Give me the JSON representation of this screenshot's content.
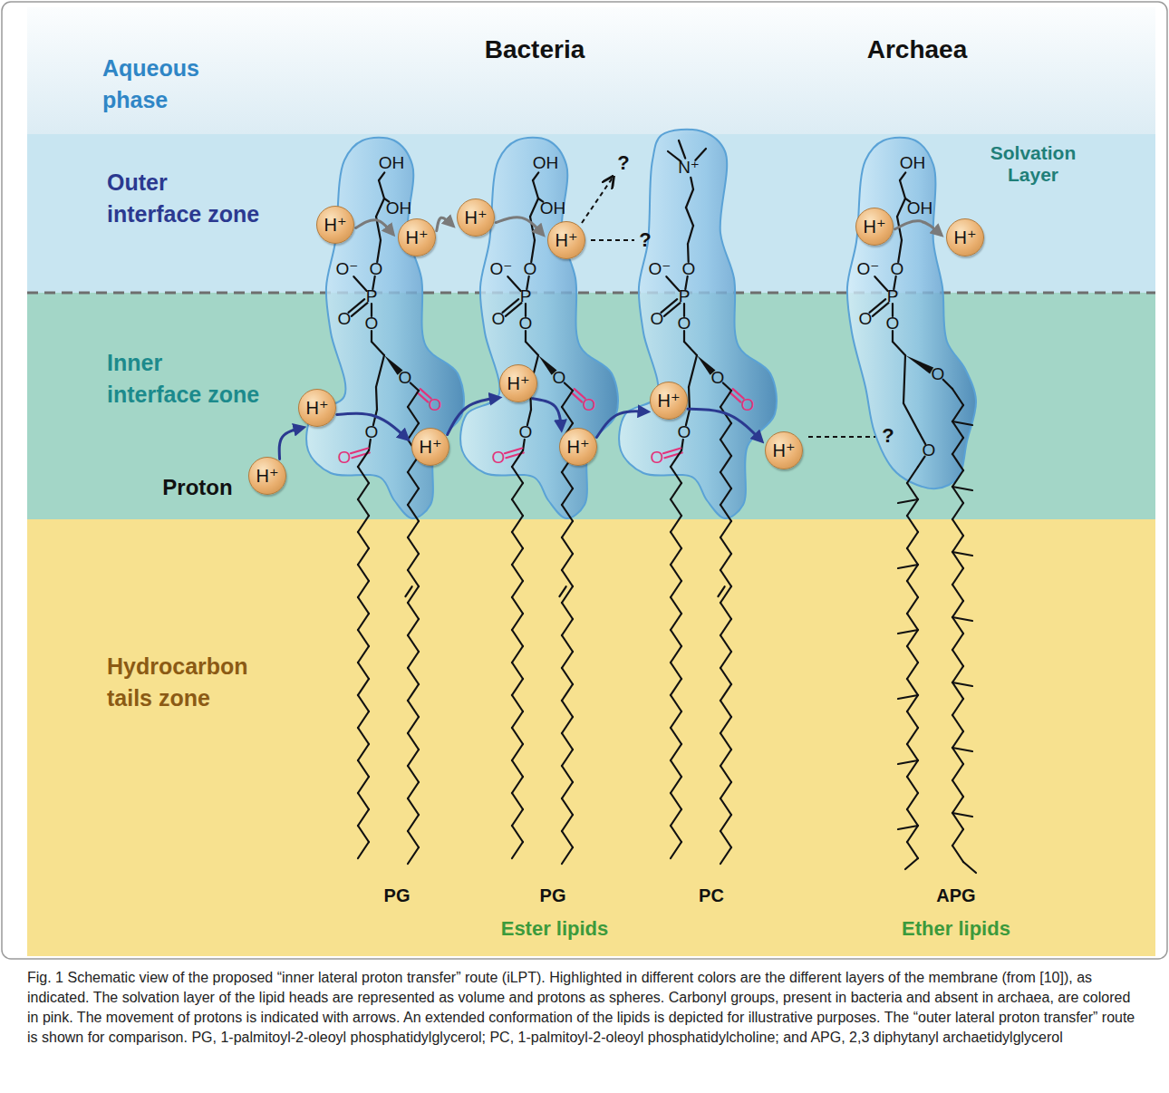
{
  "diagram": {
    "caption": "Fig. 1 Schematic view of the proposed “inner lateral proton transfer” route (iLPT). Highlighted in different colors are the different layers of the membrane (from [10]), as indicated. The solvation layer of the lipid heads are represented as volume and protons as spheres. Carbonyl groups, present in bacteria and absent in archaea, are colored in pink. The movement of protons is indicated with arrows. An extended conformation of the lipids is depicted for illustrative purposes. The “outer lateral proton transfer” route is shown for comparison. PG, 1-palmitoyl-2-oleoyl phosphatidylglycerol; PC, 1-palmitoyl-2-oleoyl phosphatidylcholine; and APG, 2,3 diphytanyl archaetidylglycerol",
    "nodes": [
      {
        "text": [
          "Aqueous phase"
        ]
      },
      {
        "text": [
          "Outer interface zone"
        ]
      },
      {
        "text": [
          "Inner interface zone"
        ]
      },
      {
        "text": [
          "Hydrocarbon tails zone"
        ]
      },
      {
        "text": [
          "H⁺"
        ],
        "in": 1
      },
      {
        "text": [
          "H⁺"
        ],
        "in": 1
      },
      {
        "text": [
          "H⁺"
        ],
        "in": 1
      },
      {
        "text": [
          "H⁺"
        ],
        "in": 1
      },
      {
        "text": [
          "H⁺"
        ],
        "in": 1
      },
      {
        "text": [
          "H⁺"
        ],
        "in": 1
      },
      {
        "text": [
          "H⁺"
        ],
        "in": 2
      },
      {
        "text": [
          "H⁺"
        ],
        "in": 2
      },
      {
        "text": [
          "H⁺"
        ],
        "in": 2
      },
      {
        "text": [
          "H⁺"
        ],
        "in": 2
      },
      {
        "text": [
          "H⁺"
        ],
        "in": 2
      },
      {
        "text": [
          "H⁺"
        ],
        "in": 2
      },
      {
        "text": [
          "H⁺"
        ],
        "in": 2
      }
    ],
    "edges": [
      {
        "from": 4,
        "to": 5,
        "arrow": "to"
      },
      {
        "from": 5,
        "to": 6,
        "arrow": "to"
      },
      {
        "from": 6,
        "to": 7,
        "arrow": "to"
      },
      {
        "from": 8,
        "to": 9,
        "arrow": "to"
      },
      {
        "from": 10,
        "to": 11,
        "arrow": "to"
      },
      {
        "from": 11,
        "to": 12,
        "arrow": "to"
      },
      {
        "from": 12,
        "to": 13,
        "arrow": "to"
      },
      {
        "from": 13,
        "to": 14,
        "arrow": "to"
      },
      {
        "from": 14,
        "to": 15,
        "arrow": "to"
      },
      {
        "from": 15,
        "to": 16,
        "arrow": "to"
      }
    ],
    "labels": [
      "Bacteria",
      "Archaea",
      "Solvation Layer",
      "Proton",
      "?",
      "?",
      "?",
      "PG",
      "PG",
      "PC",
      "APG",
      "Ester lipids",
      "Ether lipids",
      "OH",
      "OH",
      "O⁻",
      "O",
      "P",
      "O",
      "O",
      "O",
      "O",
      "O",
      "O",
      "OH",
      "OH",
      "O⁻",
      "O",
      "P",
      "O",
      "O",
      "O",
      "O",
      "O",
      "O",
      "N⁺",
      "O⁻",
      "O",
      "P",
      "O",
      "O",
      "O",
      "O",
      "O",
      "O",
      "OH",
      "OH",
      "O⁻",
      "O",
      "P",
      "O",
      "O",
      "O",
      "O"
    ]
  }
}
